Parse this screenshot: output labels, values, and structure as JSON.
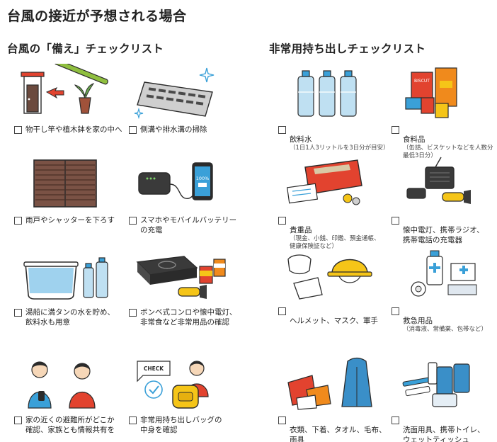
{
  "title": "台風の接近が予想される場合",
  "left_section": {
    "title": "台風の「備え」チェックリスト",
    "items": [
      {
        "label": "物干し竿や植木鉢を家の中へ"
      },
      {
        "label": "側溝や排水溝の掃除"
      },
      {
        "label": "雨戸やシャッターを下ろす"
      },
      {
        "label": "スマホやモバイルバッテリー\nの充電"
      },
      {
        "label": "湯船に満タンの水を貯め、\n飲料水も用意"
      },
      {
        "label": "ボンベ式コンロや懐中電灯、\n非常食など非常用品の確認"
      },
      {
        "label": "家の近くの避難所がどこか\n確認、家族とも情報共有を"
      },
      {
        "label": "非常用持ち出しバッグの\n中身を確認"
      }
    ]
  },
  "right_section": {
    "title": "非常用持ち出しチェックリスト",
    "items": [
      {
        "label": "飲料水",
        "sub": "（1日1人3リットルを3日分が目安）"
      },
      {
        "label": "食料品",
        "sub": "（缶詰、ビスケットなどを人数分\n最低3日分）"
      },
      {
        "label": "貴重品",
        "sub": "（現金、小銭、印鑑、預金通帳、\n健康保険証など）"
      },
      {
        "label": "懐中電灯、携帯ラジオ、\n携帯電話の充電器",
        "sub": ""
      },
      {
        "label": "ヘルメット、マスク、軍手",
        "sub": ""
      },
      {
        "label": "救急用品",
        "sub": "（消毒液、常備薬、包帯など）"
      },
      {
        "label": "衣類、下着、タオル、毛布、\n雨具",
        "sub": ""
      },
      {
        "label": "洗面用具、携帯トイレ、\nウェットティッシュ",
        "sub": ""
      }
    ]
  },
  "illustration_text": {
    "check_tag": "CHECK",
    "biscuit_box": "BISCUT",
    "phone_screen": "100%"
  },
  "colors": {
    "accent_red": "#e2432f",
    "orange": "#f08a1c",
    "yellow": "#f5c518",
    "water_blue": "#bfe0f2",
    "brown": "#6b4a3e",
    "dark": "#2b2b2b"
  }
}
